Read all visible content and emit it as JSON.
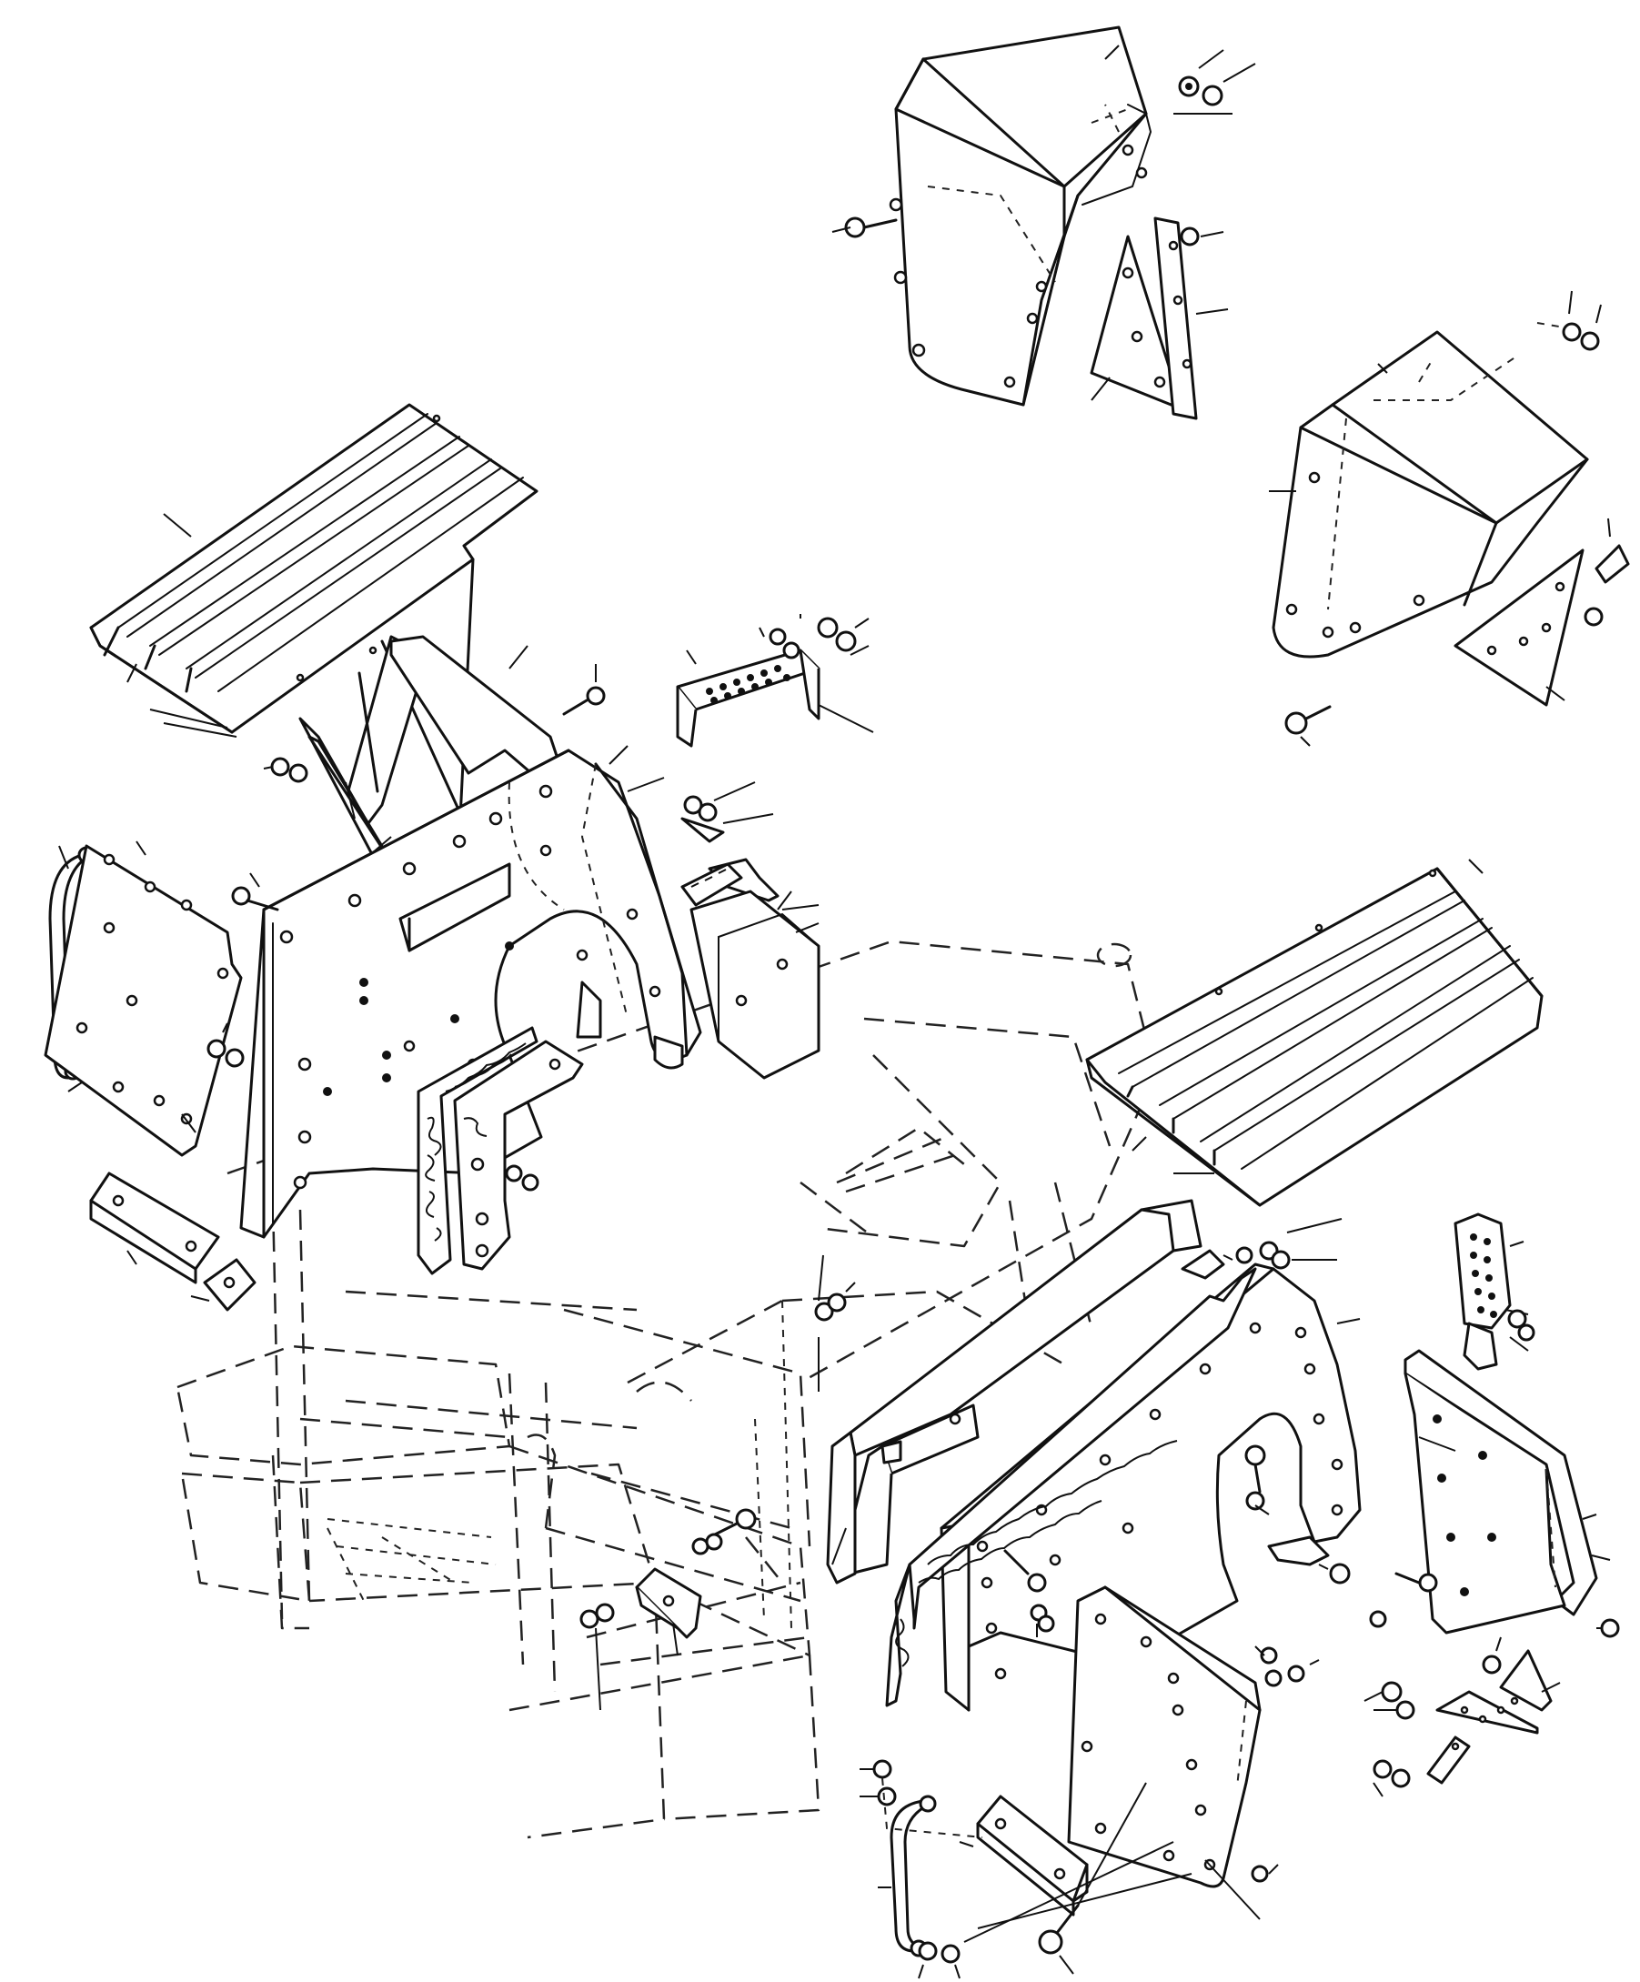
{
  "image": {
    "kind": "exploded parts diagram",
    "text_labels": []
  },
  "parts": {
    "hood_top": "hood-cover-upper",
    "hood_right": "hood-cover-right",
    "step_left": "step-plate-left",
    "step_right": "step-plate-right",
    "fender_left": "fender-left",
    "fender_right": "fender-right",
    "handrail_left": "handrail-left",
    "handrail_right": "handrail-right",
    "machine_body": "machine-body-outline"
  },
  "colors": {
    "ink": "#111111",
    "paper": "#ffffff"
  }
}
